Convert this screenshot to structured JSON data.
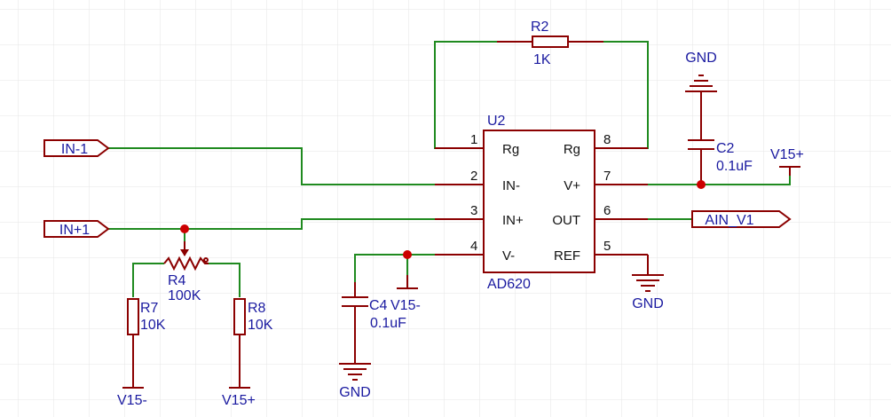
{
  "ic": {
    "designator": "U2",
    "part": "AD620",
    "pins_left": [
      {
        "num": "1",
        "name": "Rg"
      },
      {
        "num": "2",
        "name": "IN-"
      },
      {
        "num": "3",
        "name": "IN+"
      },
      {
        "num": "4",
        "name": "V-"
      }
    ],
    "pins_right": [
      {
        "num": "8",
        "name": "Rg"
      },
      {
        "num": "7",
        "name": "V+"
      },
      {
        "num": "6",
        "name": "OUT"
      },
      {
        "num": "5",
        "name": "REF"
      }
    ]
  },
  "ports": {
    "in_minus": "IN-1",
    "in_plus": "IN+1",
    "out": "AIN_V1"
  },
  "components": {
    "r2": {
      "ref": "R2",
      "value": "1K"
    },
    "r4": {
      "ref": "R4",
      "value": "100K"
    },
    "r7": {
      "ref": "R7",
      "value": "10K"
    },
    "r8": {
      "ref": "R8",
      "value": "10K"
    },
    "c2": {
      "ref": "C2",
      "value": "0.1uF"
    },
    "c4": {
      "ref": "C4",
      "value": "0.1uF"
    }
  },
  "power": {
    "gnd": "GND",
    "v15p": "V15+",
    "v15n": "V15-"
  },
  "colors": {
    "wire": "#1f8a1f",
    "component": "#8b0000",
    "label": "#1a1aa0",
    "junction": "#cc0000"
  }
}
